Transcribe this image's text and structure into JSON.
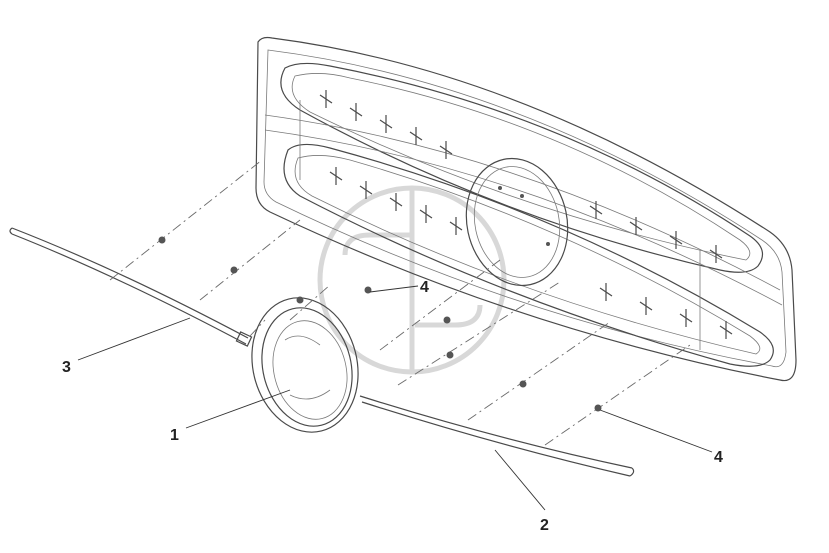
{
  "callouts": {
    "c1": "1",
    "c2": "2",
    "c3": "3",
    "c4a": "4",
    "c4b": "4"
  },
  "colors": {
    "line": "#4a4a4a",
    "watermark": "#d8d8d8"
  }
}
